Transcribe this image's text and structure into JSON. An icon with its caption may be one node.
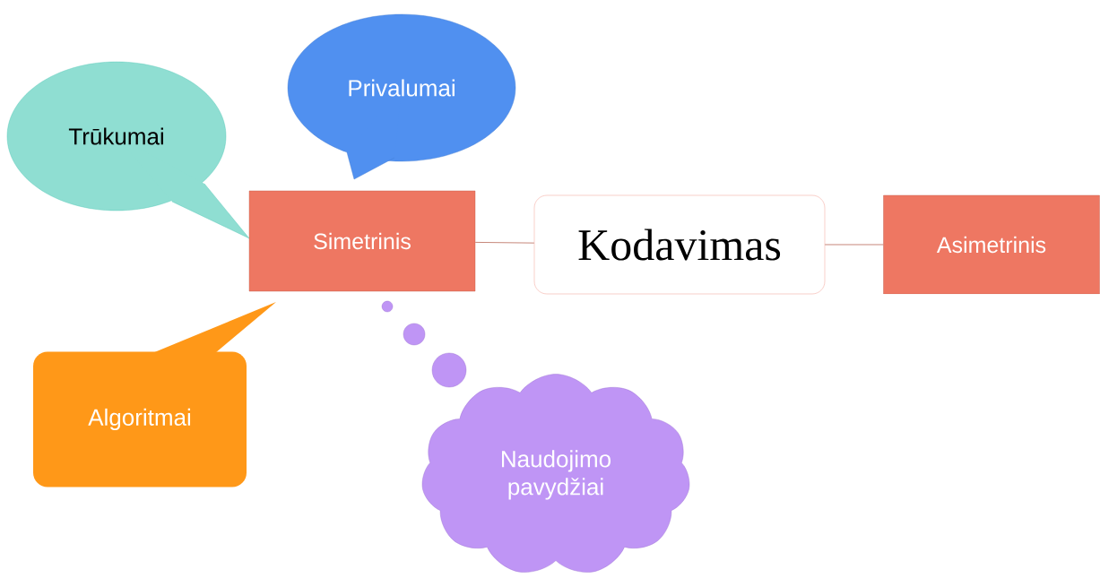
{
  "diagram": {
    "nodes": [
      {
        "text": [
          "Trūkumai"
        ]
      },
      {
        "text": [
          "Privalumai"
        ]
      },
      {
        "text": [
          "Simetrinis"
        ]
      },
      {
        "text": [
          "Kodavimas"
        ]
      },
      {
        "text": [
          "Asimetrinis"
        ]
      },
      {
        "text": [
          "Algoritmai"
        ]
      },
      {
        "text": [
          "Naudojimo pavydžiai"
        ]
      }
    ],
    "edges": [
      {
        "from": 2,
        "to": 3,
        "arrow": "none"
      },
      {
        "from": 3,
        "to": 4,
        "arrow": "none"
      }
    ]
  }
}
